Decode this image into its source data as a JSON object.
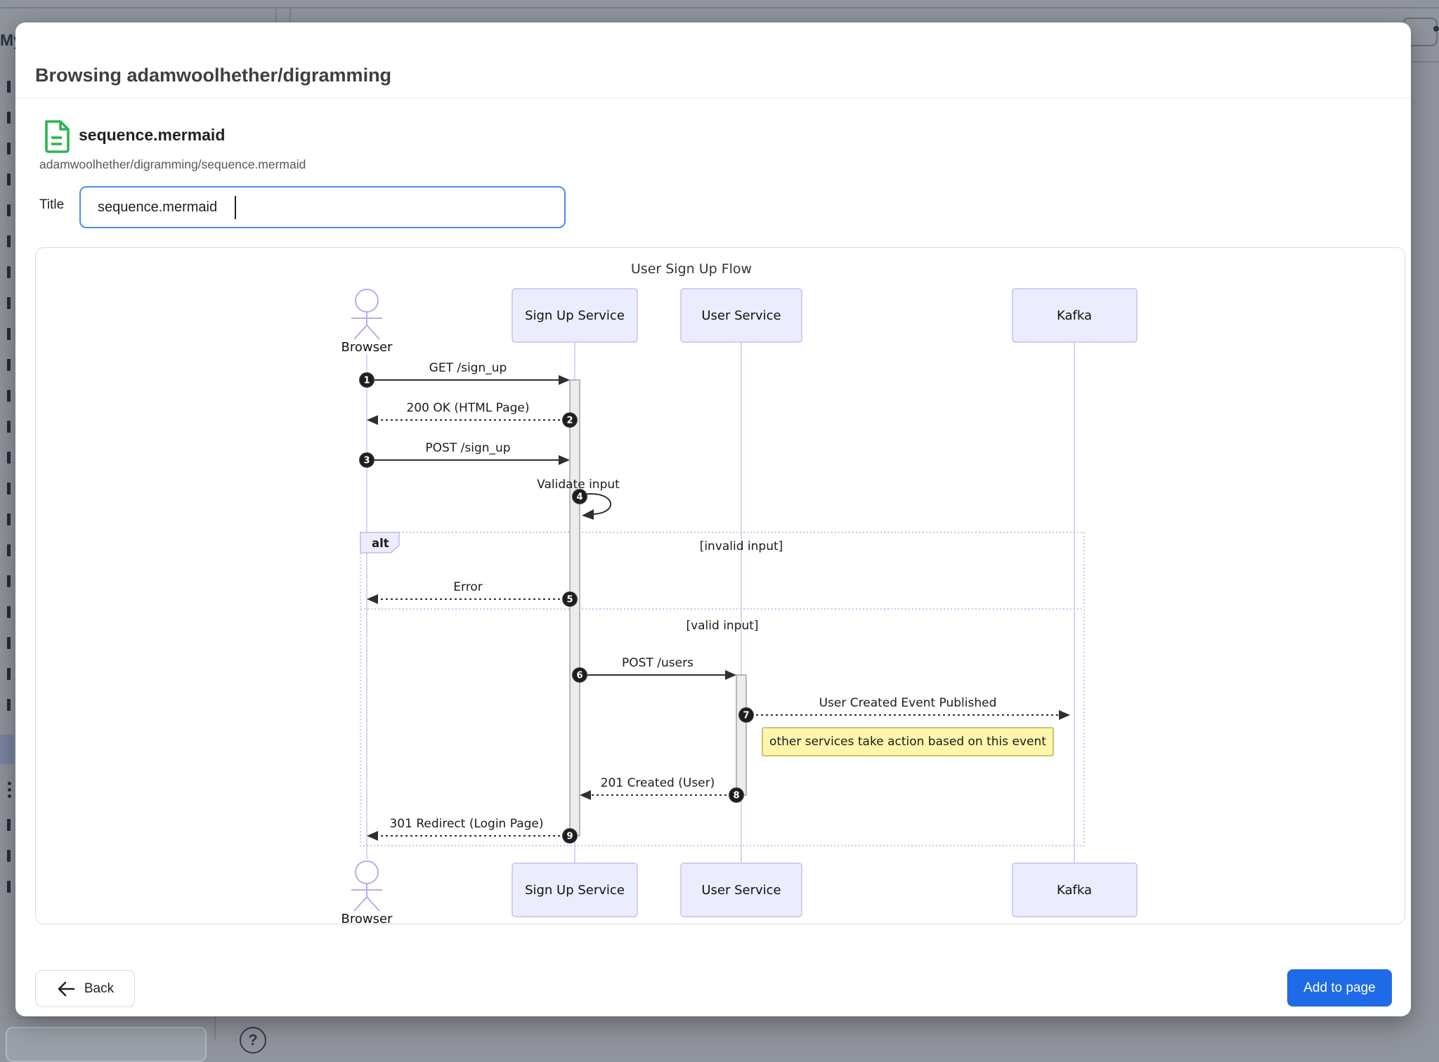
{
  "background": {
    "partial_heading": "My",
    "help_label": "?",
    "icons": [
      "comment-icon",
      "info-icon",
      "video-camera-icon",
      "megaphone-icon",
      "asterisk-icon",
      "help-icon",
      "more-dot"
    ]
  },
  "modal": {
    "title": "Browsing adamwoolhether/digramming",
    "file": {
      "icon": "file-document-icon",
      "name": "sequence.mermaid",
      "path": "adamwoolhether/digramming/sequence.mermaid"
    },
    "title_field": {
      "label": "Title",
      "value": "sequence.mermaid"
    },
    "footer": {
      "back_label": "Back",
      "back_icon": "left-arrow-icon",
      "add_label": "Add to page"
    }
  },
  "diagram": {
    "title": "User Sign Up Flow",
    "actors": [
      {
        "name": "Browser",
        "type": "actor"
      },
      {
        "name": "Sign Up Service",
        "type": "participant"
      },
      {
        "name": "User Service",
        "type": "participant"
      },
      {
        "name": "Kafka",
        "type": "participant"
      }
    ],
    "messages": [
      {
        "num": "1",
        "label": "GET /sign_up",
        "from": "Browser",
        "to": "Sign Up Service",
        "style": "solid"
      },
      {
        "num": "2",
        "label": "200 OK (HTML Page)",
        "from": "Sign Up Service",
        "to": "Browser",
        "style": "dashed"
      },
      {
        "num": "3",
        "label": "POST /sign_up",
        "from": "Browser",
        "to": "Sign Up Service",
        "style": "solid"
      },
      {
        "num": "4",
        "label": "Validate input",
        "from": "Sign Up Service",
        "to": "Sign Up Service",
        "style": "self"
      },
      {
        "num": "5",
        "label": "Error",
        "from": "Sign Up Service",
        "to": "Browser",
        "style": "dashed"
      },
      {
        "num": "6",
        "label": "POST /users",
        "from": "Sign Up Service",
        "to": "User Service",
        "style": "solid"
      },
      {
        "num": "7",
        "label": "User Created Event Published",
        "from": "User Service",
        "to": "Kafka",
        "style": "dashed"
      },
      {
        "num": "8",
        "label": "201 Created (User)",
        "from": "User Service",
        "to": "Sign Up Service",
        "style": "dashed"
      },
      {
        "num": "9",
        "label": "301 Redirect (Login Page)",
        "from": "Sign Up Service",
        "to": "Browser",
        "style": "dashed"
      }
    ],
    "alt": {
      "label": "alt",
      "guards": [
        "[invalid input]",
        "[valid input]"
      ]
    },
    "note": "other services take action based on this event"
  },
  "colors": {
    "accent_blue": "#1f6ae6",
    "input_focus_border": "#4b8bf5",
    "file_icon_green": "#2cb553",
    "mermaid_box_fill": "#ECECFF",
    "mermaid_box_border": "#c3bdf0",
    "mermaid_lifeline": "#cfc9f0",
    "note_fill": "#fff5ad",
    "note_border": "#aaaa33",
    "overlay_gray": "#90949d"
  }
}
